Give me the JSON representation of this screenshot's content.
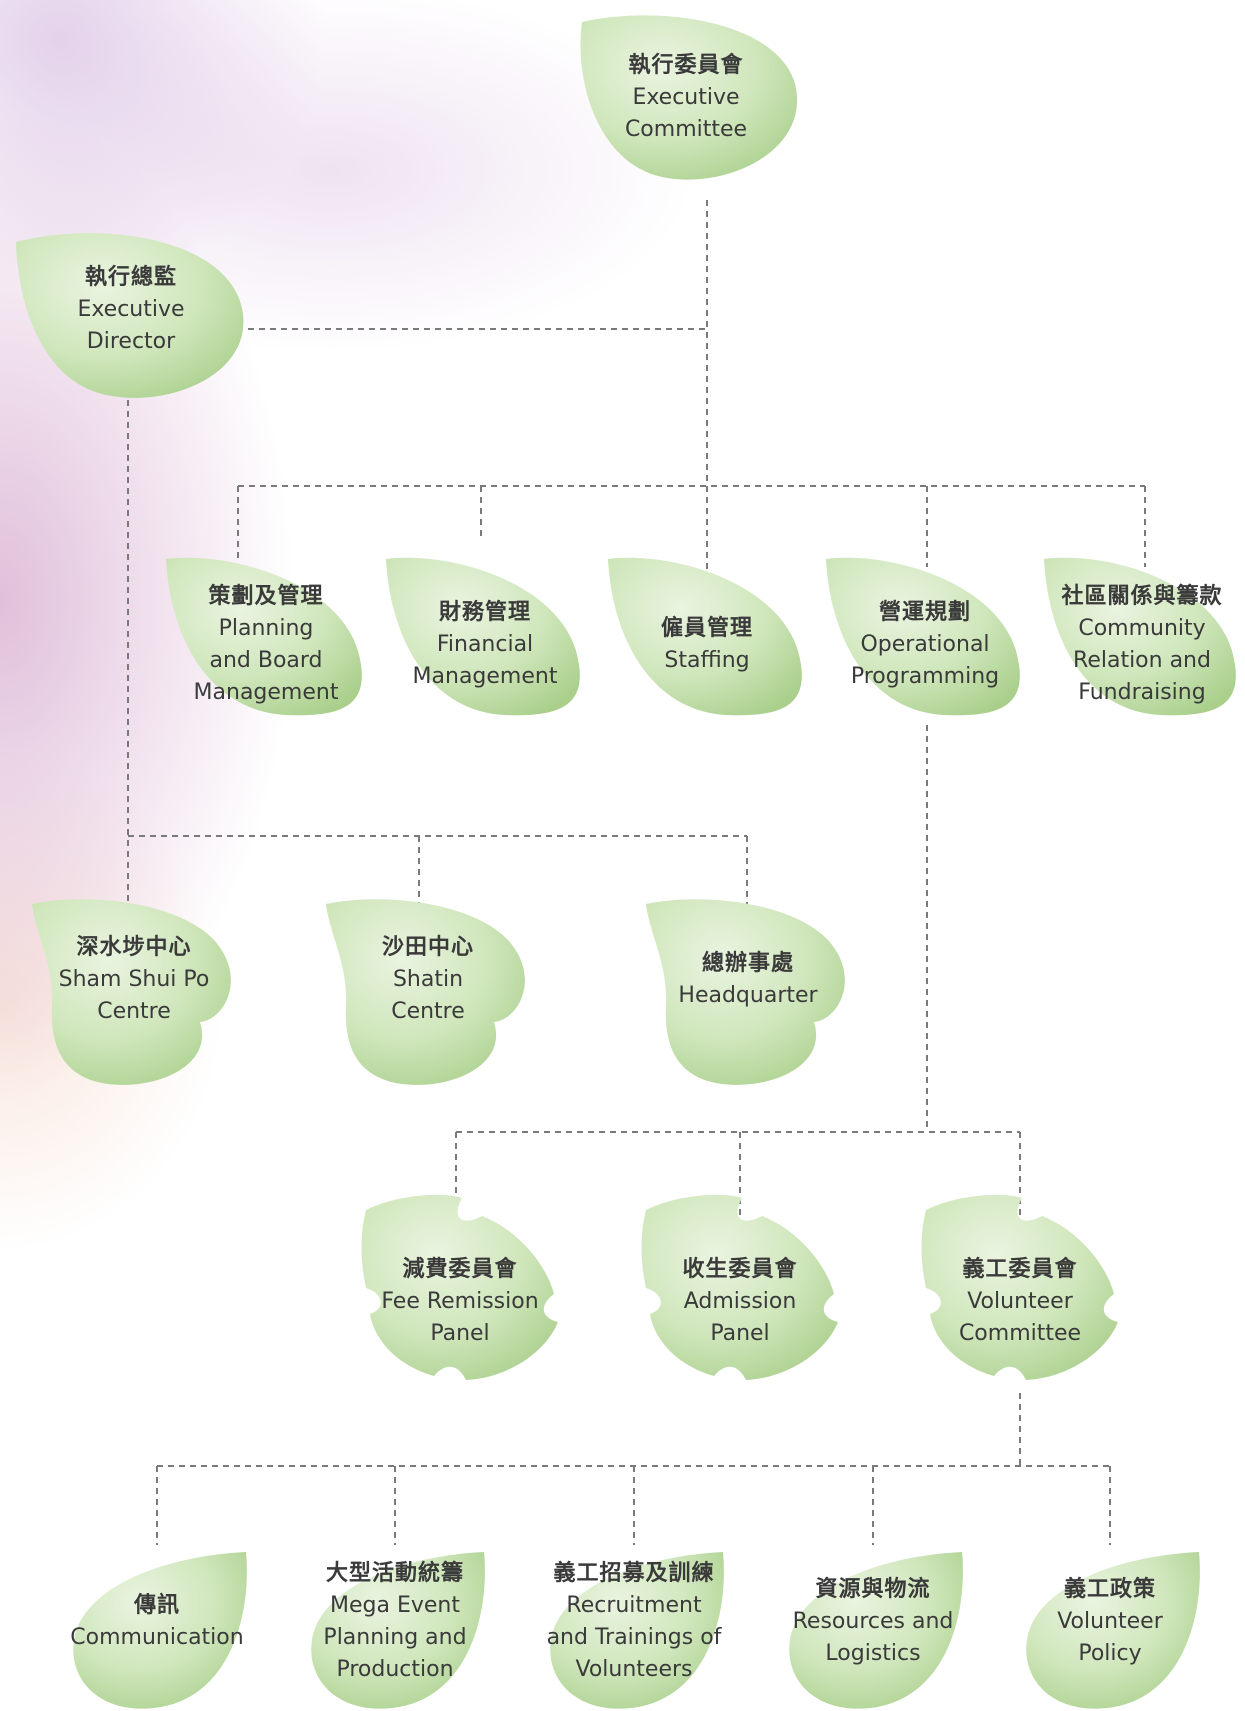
{
  "colors": {
    "leaf_light": "#e3f0d6",
    "leaf_dark": "#a9cf8b",
    "connector": "#7a7a7a",
    "text": "#3a3a3a"
  },
  "nodes": {
    "executive_committee": {
      "zh": "執行委員會",
      "en": "Executive\nCommittee"
    },
    "executive_director": {
      "zh": "執行總監",
      "en": "Executive\nDirector"
    },
    "planning": {
      "zh": "策劃及管理",
      "en": "Planning\nand Board\nManagement"
    },
    "financial": {
      "zh": "財務管理",
      "en": "Financial\nManagement"
    },
    "staffing": {
      "zh": "僱員管理",
      "en": "Staffing"
    },
    "operational": {
      "zh": "營運規劃",
      "en": "Operational\nProgramming"
    },
    "community": {
      "zh": "社區關係與籌款",
      "en": "Community\nRelation and\nFundraising"
    },
    "ssp_centre": {
      "zh": "深水埗中心",
      "en": "Sham Shui Po\nCentre"
    },
    "shatin_centre": {
      "zh": "沙田中心",
      "en": "Shatin\nCentre"
    },
    "headquarter": {
      "zh": "總辦事處",
      "en": "Headquarter"
    },
    "fee_remission": {
      "zh": "減費委員會",
      "en": "Fee Remission\nPanel"
    },
    "admission": {
      "zh": "收生委員會",
      "en": "Admission\nPanel"
    },
    "volunteer_committee": {
      "zh": "義工委員會",
      "en": "Volunteer\nCommittee"
    },
    "communication": {
      "zh": "傳訊",
      "en": "Communication"
    },
    "mega_event": {
      "zh": "大型活動統籌",
      "en": "Mega Event\nPlanning and\nProduction"
    },
    "recruitment": {
      "zh": "義工招募及訓練",
      "en": "Recruitment\nand Trainings of\nVolunteers"
    },
    "resources": {
      "zh": "資源與物流",
      "en": "Resources and\nLogistics"
    },
    "volunteer_policy": {
      "zh": "義工政策",
      "en": "Volunteer\nPolicy"
    }
  }
}
